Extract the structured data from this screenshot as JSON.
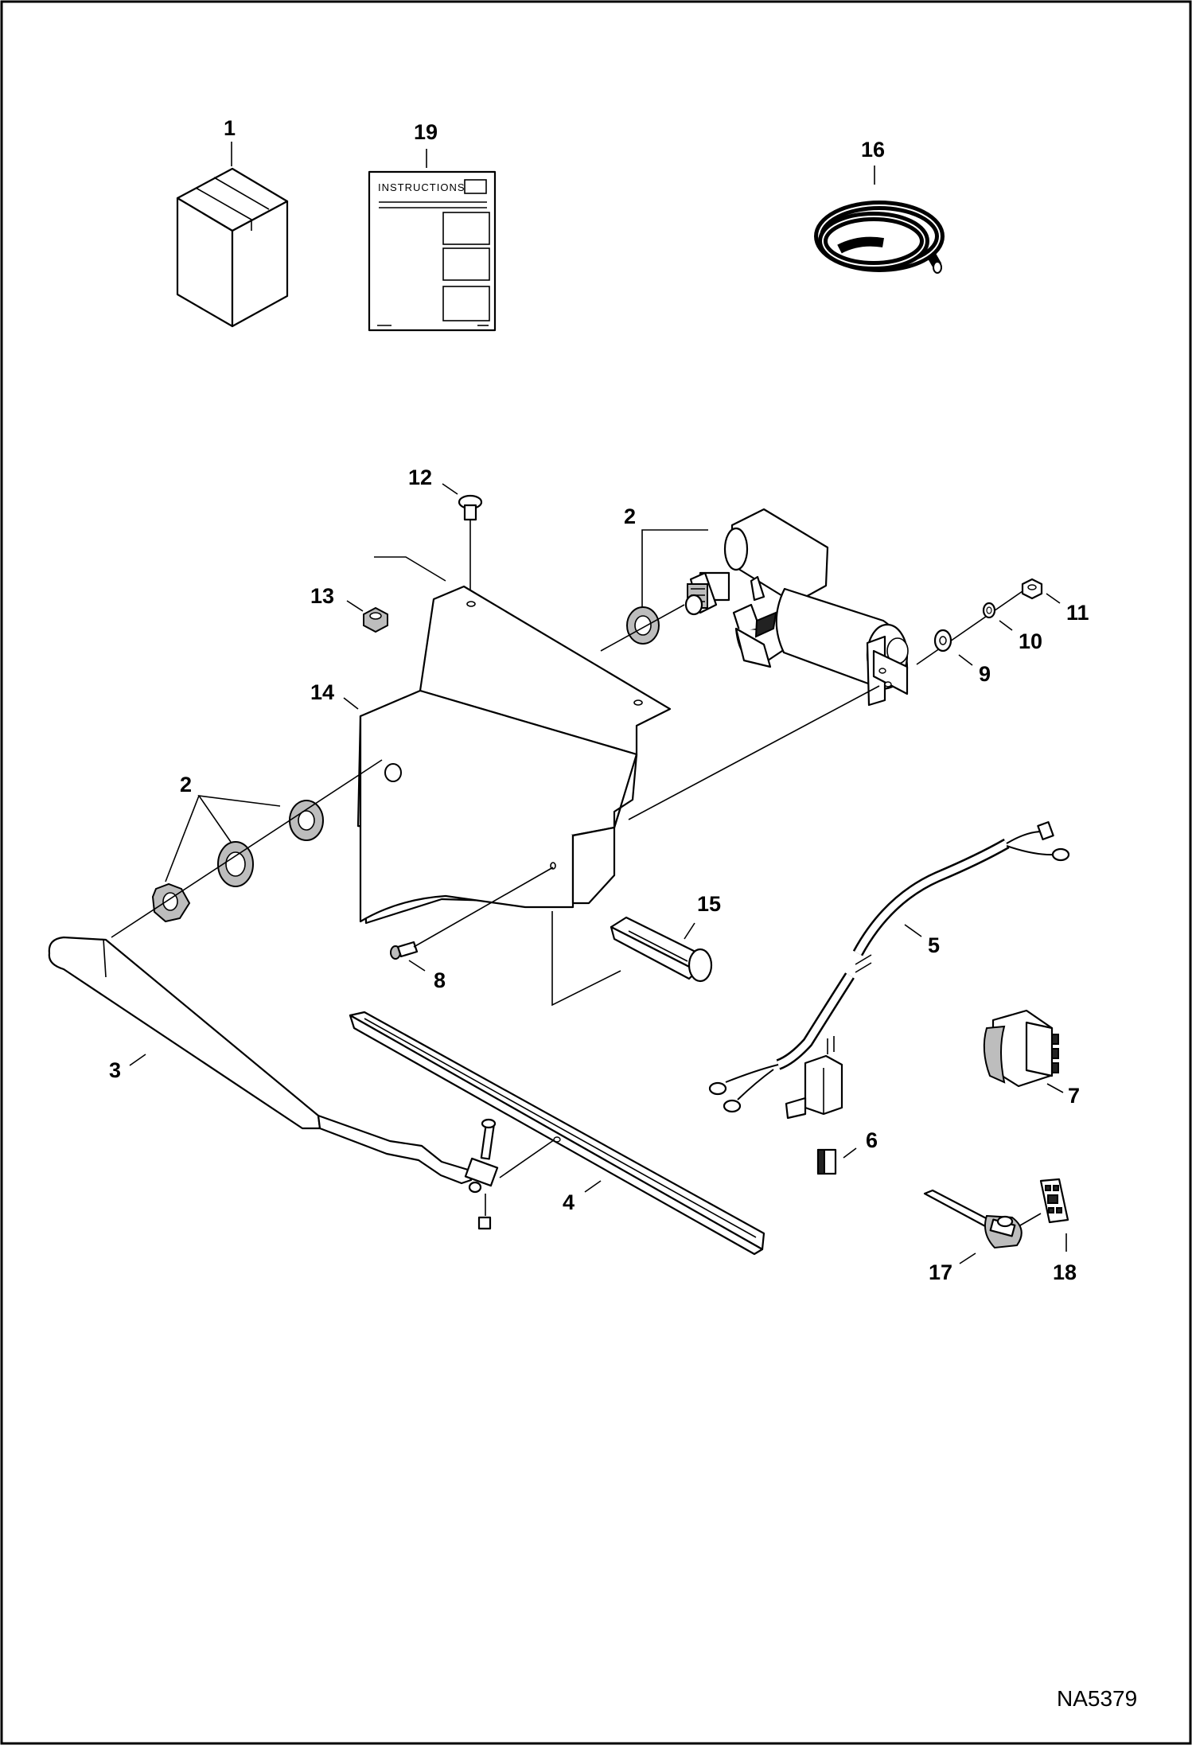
{
  "figure_id": "NA5379",
  "instruction_sheet_title": "INSTRUCTIONS",
  "callouts": {
    "c1": "1",
    "c19": "19",
    "c16": "16",
    "c12": "12",
    "c2a": "2",
    "c13": "13",
    "c11": "11",
    "c10": "10",
    "c9": "9",
    "c14": "14",
    "c2b": "2",
    "c15": "15",
    "c8": "8",
    "c5": "5",
    "c3": "3",
    "c7": "7",
    "c6": "6",
    "c4": "4",
    "c17": "17",
    "c18": "18"
  }
}
